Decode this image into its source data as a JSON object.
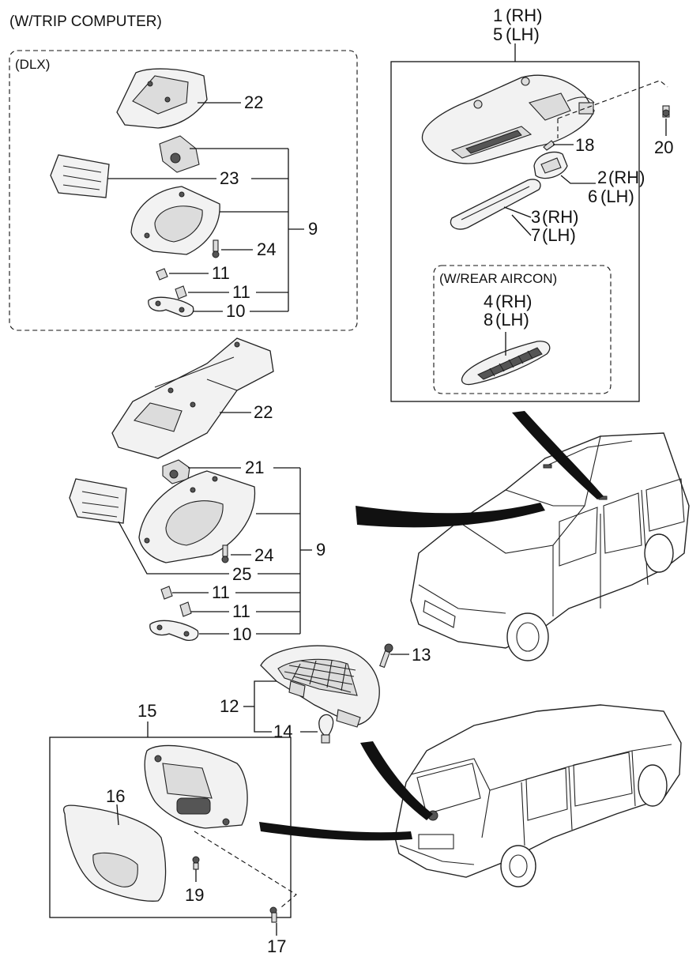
{
  "captions": {
    "trip_computer": "(W/TRIP COMPUTER)",
    "dlx": "(DLX)",
    "rear_aircon": "(W/REAR AIRCON)"
  },
  "labels": {
    "l1": "1",
    "rh1": "(RH)",
    "l5": "5",
    "lh5": "(LH)",
    "l2": "2",
    "rh2": "(RH)",
    "l6": "6",
    "lh6": "(LH)",
    "l3": "3",
    "rh3": "(RH)",
    "l7": "7",
    "lh7": "(LH)",
    "l4": "4",
    "rh4": "(RH)",
    "l8": "8",
    "lh8": "(LH)",
    "l18": "18",
    "l20": "20",
    "dlx_22": "22",
    "dlx_23": "23",
    "dlx_9": "9",
    "dlx_24": "24",
    "dlx_11a": "11",
    "dlx_11b": "11",
    "dlx_10": "10",
    "std_22": "22",
    "std_21": "21",
    "std_9": "9",
    "std_24": "24",
    "std_25": "25",
    "std_11a": "11",
    "std_11b": "11",
    "std_10": "10",
    "l12": "12",
    "l13": "13",
    "l14": "14",
    "l15": "15",
    "l16": "16",
    "l17": "17",
    "l19": "19"
  },
  "colors": {
    "line": "#111111",
    "part_fill": "#f2f2f2",
    "part_shade": "#dcdcdc"
  }
}
